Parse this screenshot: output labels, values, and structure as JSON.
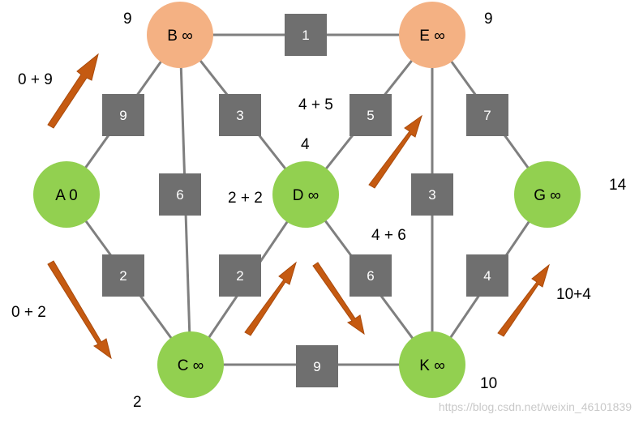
{
  "colors": {
    "visited": "#f4b183",
    "unvisited": "#92d050",
    "edge": "#7f7f7f",
    "weight_box": "#6f6f6f",
    "arrow": "#c55a11"
  },
  "nodes": {
    "B": {
      "label": "B ∞",
      "state": "visited"
    },
    "E": {
      "label": "E ∞",
      "state": "visited"
    },
    "A": {
      "label": "A 0",
      "state": "unvisited"
    },
    "D": {
      "label": "D ∞",
      "state": "unvisited"
    },
    "G": {
      "label": "G ∞",
      "state": "unvisited"
    },
    "C": {
      "label": "C ∞",
      "state": "unvisited"
    },
    "K": {
      "label": "K ∞",
      "state": "unvisited"
    }
  },
  "edges": {
    "B_E": {
      "from": "B",
      "to": "E",
      "weight": "1"
    },
    "A_B": {
      "from": "A",
      "to": "B",
      "weight": "9"
    },
    "B_D": {
      "from": "B",
      "to": "D",
      "weight": "3"
    },
    "B_C": {
      "from": "B",
      "to": "C",
      "weight": "6"
    },
    "E_D": {
      "from": "E",
      "to": "D",
      "weight": "5"
    },
    "E_G": {
      "from": "E",
      "to": "G",
      "weight": "7"
    },
    "E_K": {
      "from": "E",
      "to": "K",
      "weight": "3"
    },
    "A_C": {
      "from": "A",
      "to": "C",
      "weight": "2"
    },
    "D_C": {
      "from": "D",
      "to": "C",
      "weight": "2"
    },
    "D_K": {
      "from": "D",
      "to": "K",
      "weight": "6"
    },
    "G_K": {
      "from": "G",
      "to": "K",
      "weight": "4"
    },
    "C_K": {
      "from": "C",
      "to": "K",
      "weight": "9"
    }
  },
  "annotations": {
    "dist_B": "9",
    "dist_E": "9",
    "sum_AB": "0 + 9",
    "sum_BE_D": "4 + 5",
    "dist_D": "4",
    "sum_CD": "2 + 2",
    "sum_DK": "4 + 6",
    "dist_G": "14",
    "sum_KG": "10+4",
    "sum_AC": "0 + 2",
    "dist_C": "2",
    "dist_K": "10"
  },
  "watermark": "https://blog.csdn.net/weixin_46101839"
}
